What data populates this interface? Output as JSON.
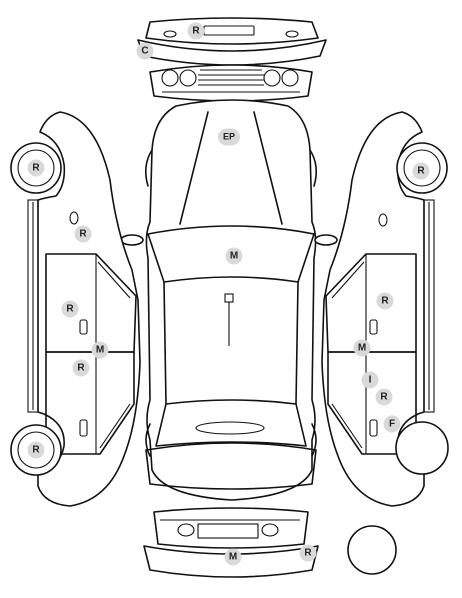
{
  "colors": {
    "line": "#111111",
    "badge_fill": "#d9d9d9",
    "badge_text": "#222222",
    "background": "#ffffff"
  },
  "badges": {
    "front_bumper_r": "R",
    "front_bumper_c": "C",
    "hood_ep": "EP",
    "roof_m": "M",
    "left_front_wheel_r": "R",
    "left_mirror_r": "R",
    "left_front_door_r": "R",
    "left_sill_m": "M",
    "left_rear_door_r": "R",
    "left_rear_wheel_r": "R",
    "right_front_wheel_r": "R",
    "right_front_door_r": "R",
    "right_sill_m": "M",
    "right_rear_i": "I",
    "right_rear_r": "R",
    "right_rear_f": "F",
    "rear_bumper_m": "M",
    "rear_bumper_r": "R"
  }
}
